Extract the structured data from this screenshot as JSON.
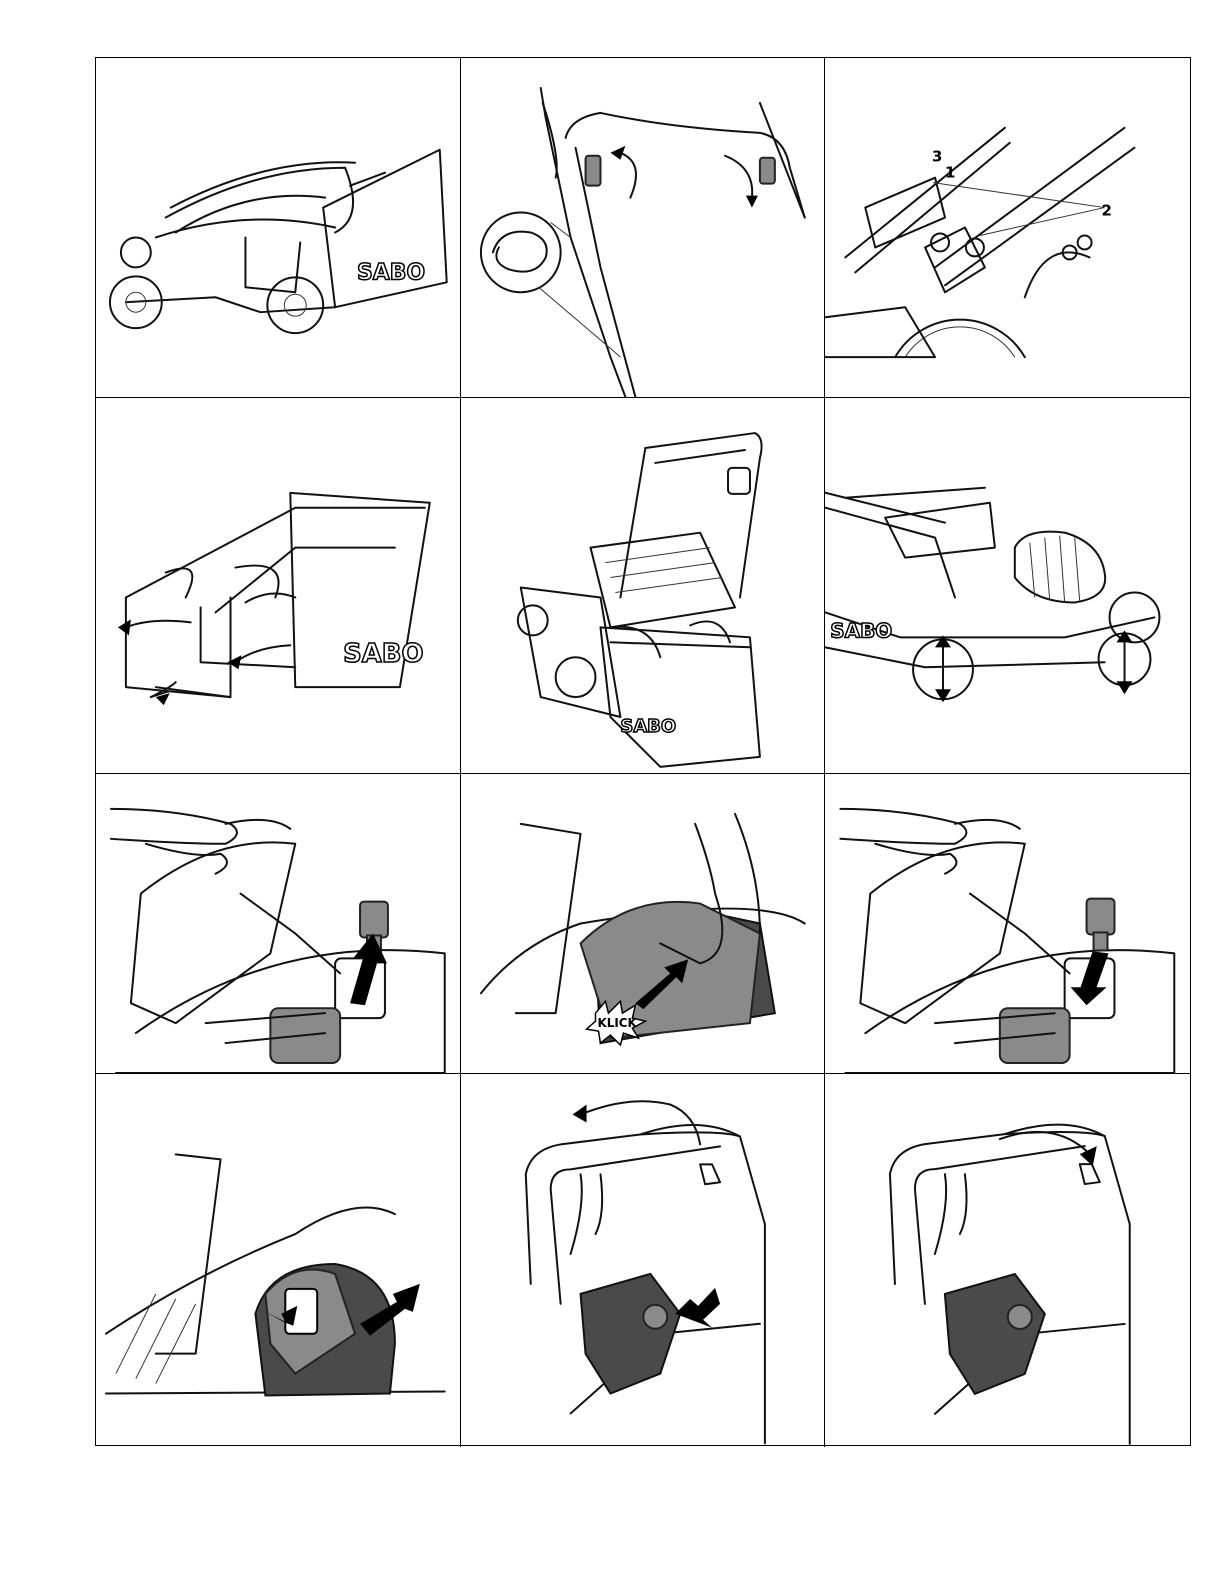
{
  "figures": {
    "logo_text": "SABO",
    "callouts": [
      "3",
      "1",
      "2"
    ],
    "klick_label": "KLICK"
  },
  "colors": {
    "ink": "#111111",
    "battery_gray": "#8a8a8a",
    "battery_dark": "#4a4a4a",
    "background": "#ffffff"
  }
}
